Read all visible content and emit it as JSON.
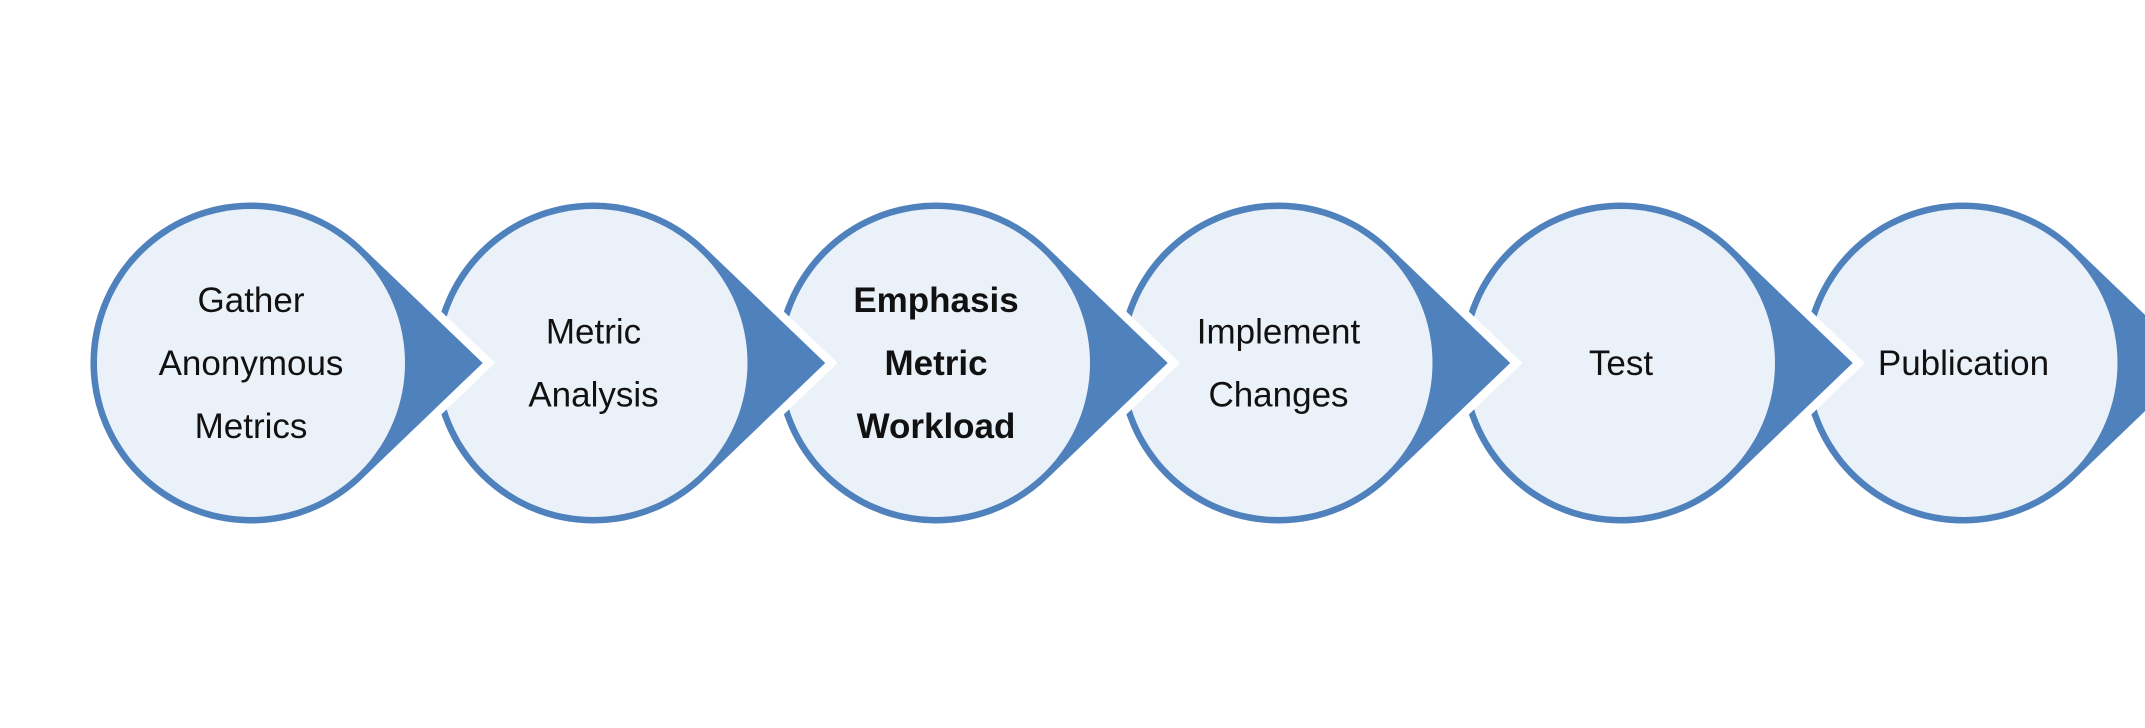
{
  "colors": {
    "ring": "#4f81bd",
    "fill": "#ebf1f9",
    "text": "#111111",
    "background": "#ffffff"
  },
  "steps": [
    {
      "lines": [
        "Gather",
        "Anonymous",
        "Metrics"
      ],
      "emphasized": false
    },
    {
      "lines": [
        "Metric",
        "Analysis"
      ],
      "emphasized": false
    },
    {
      "lines": [
        "Emphasis",
        "Metric",
        "Workload"
      ],
      "emphasized": true
    },
    {
      "lines": [
        "Implement",
        "Changes"
      ],
      "emphasized": false
    },
    {
      "lines": [
        "Test"
      ],
      "emphasized": false
    },
    {
      "lines": [
        "Publication"
      ],
      "emphasized": false
    }
  ]
}
